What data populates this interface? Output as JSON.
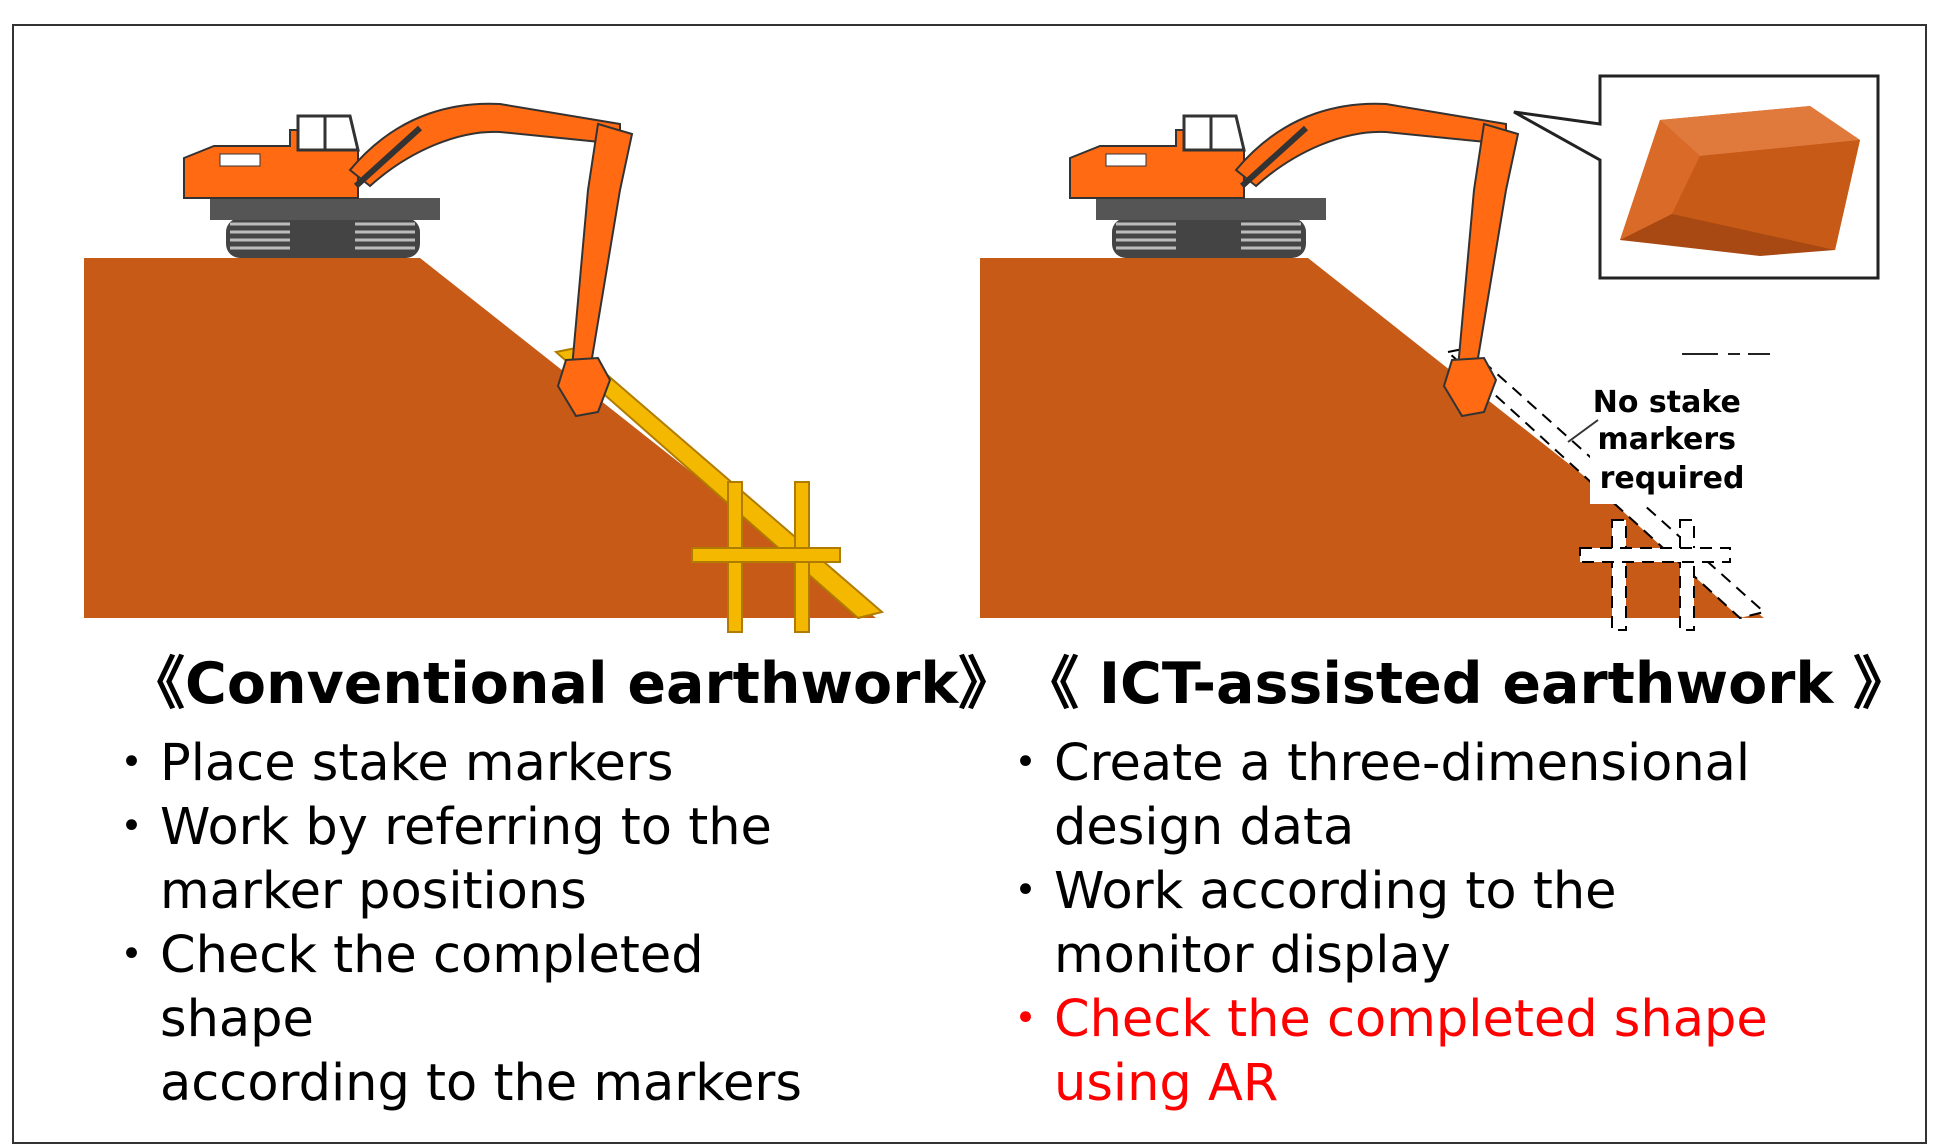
{
  "colors": {
    "soil": "#c65a16",
    "excavator_body": "#ff6a13",
    "excavator_dark": "#333333",
    "stake_conventional": "#f5b800",
    "stake_ict": "#ffffff",
    "emphasis_text": "#ff0000"
  },
  "left_panel": {
    "caption": "《Conventional earthwork》",
    "bullets": [
      {
        "bullet": "・",
        "text": "Place stake markers"
      },
      {
        "bullet": "・",
        "text": "Work by referring to the\nmarker positions"
      },
      {
        "bullet": "・",
        "text": "Check the completed shape\naccording to the markers"
      }
    ]
  },
  "right_panel": {
    "caption": "《 ICT-assisted earthwork 》",
    "callout_lines": [
      "No stake",
      "markers",
      "required"
    ],
    "bullets": [
      {
        "bullet": "・",
        "text": "Create a three-dimensional\ndesign data"
      },
      {
        "bullet": "・",
        "text": "Work according to the\nmonitor display"
      },
      {
        "bullet": "・",
        "text": "Check the completed shape\nusing AR",
        "highlight": true
      }
    ]
  },
  "icons": [
    "excavator-icon",
    "stake-marker-icon",
    "design-model-icon",
    "speech-bubble-icon"
  ]
}
